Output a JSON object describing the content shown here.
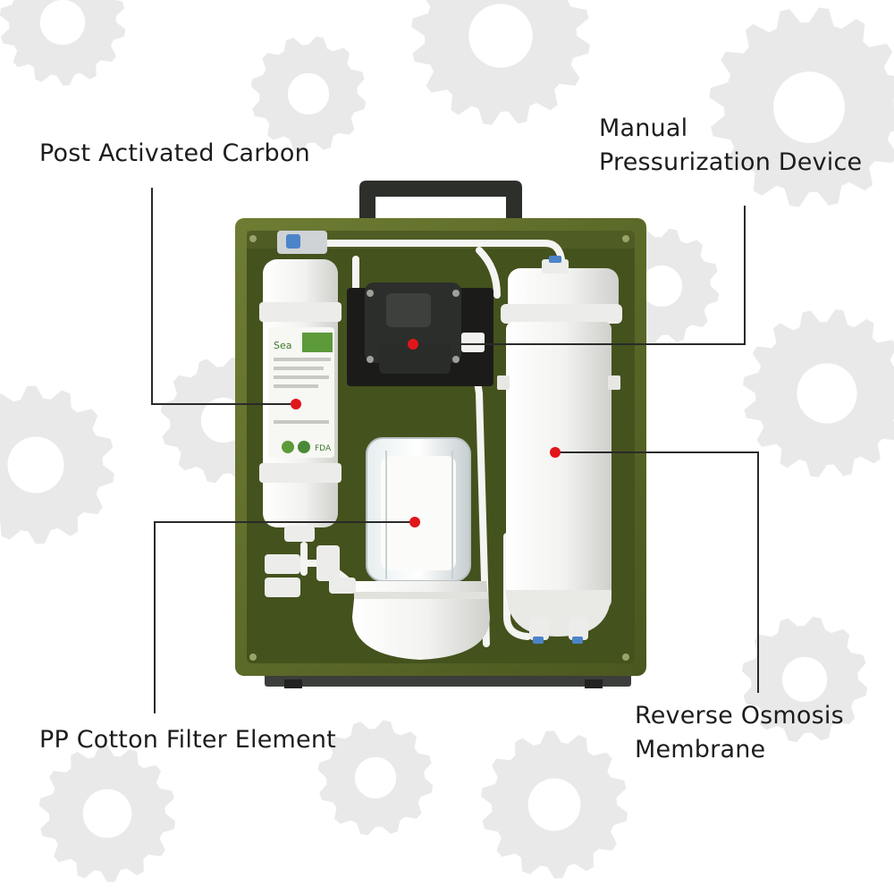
{
  "callouts": {
    "post_carbon": {
      "lines": [
        "Post Activated Carbon"
      ]
    },
    "pressurization": {
      "lines": [
        "Manual",
        "Pressurization Device"
      ]
    },
    "pp_cotton": {
      "lines": [
        "PP Cotton Filter Element"
      ]
    },
    "ro_membrane": {
      "lines": [
        "Reverse Osmosis",
        "Membrane"
      ]
    }
  },
  "carbon_sticker": {
    "brand": "Sea",
    "fda": "FDA"
  },
  "colors": {
    "housing_green": "#5f6d2c",
    "housing_inner": "#43501c",
    "marker_red": "#e0161b",
    "leader_line": "#2a2a2a",
    "gear_gray": "#e9e9e9",
    "filter_white": "#f3f3f1"
  }
}
